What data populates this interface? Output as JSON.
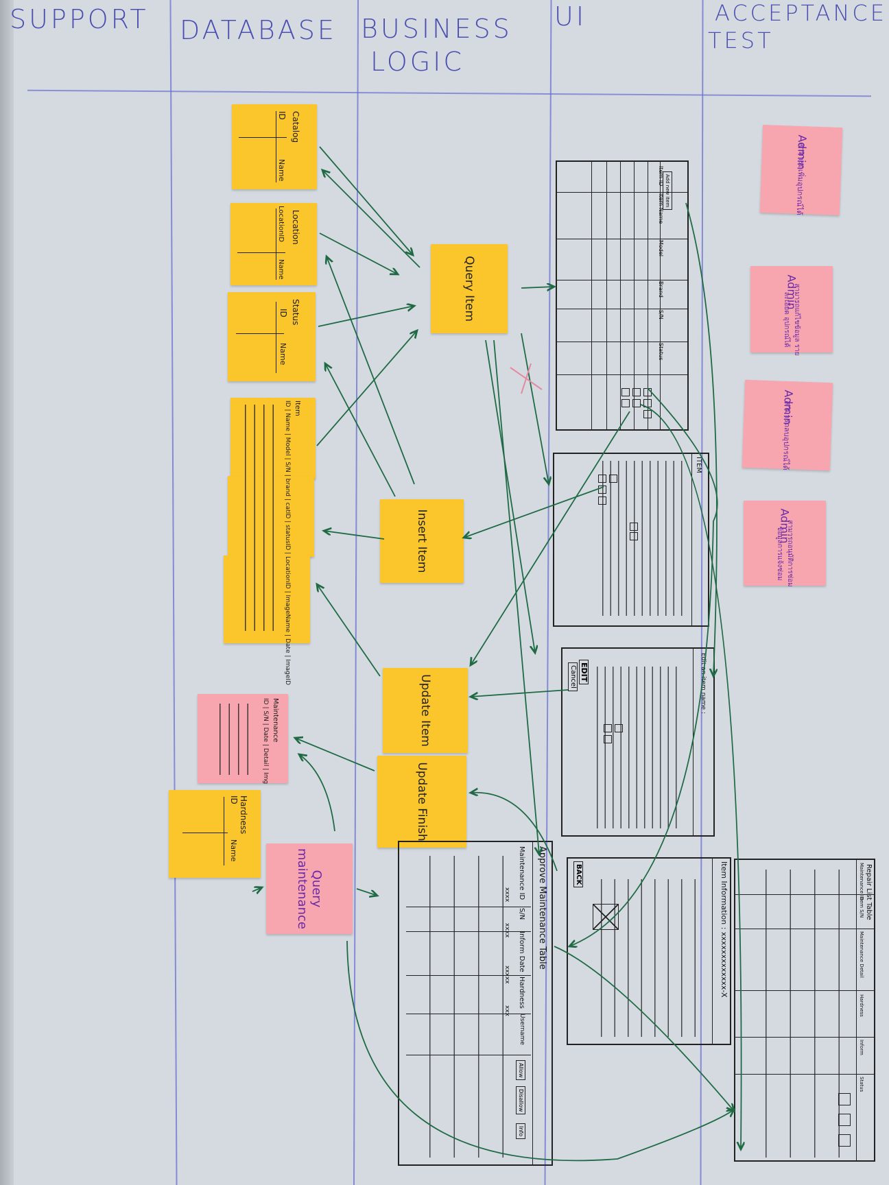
{
  "headers": {
    "support": "SUPPORT",
    "database": "DATABASE",
    "business": "BUSINESS",
    "business2": "LOGIC",
    "ui": "UI",
    "acceptance": "ACCEPTANCE",
    "acceptance2": "TEST"
  },
  "db_notes": {
    "catalog": {
      "title": "Catalog",
      "c1": "ID",
      "c2": "Name"
    },
    "location": {
      "title": "Location",
      "c1": "LocationID",
      "c2": "Name"
    },
    "status": {
      "title": "Status",
      "c1": "ID",
      "c2": "Name"
    },
    "item": {
      "title": "Item",
      "cols": "ID | Name | Model | S/N | brand | catID | statusID | LocationID | ImageName | Date | ImageID"
    },
    "maintenance": {
      "title": "Maintenance",
      "cols": "ID | S/N | Date | Detail | Img"
    },
    "hardness": {
      "title": "Hardness",
      "c1": "ID",
      "c2": "Name"
    }
  },
  "logic_notes": {
    "query_item": "Query Item",
    "insert_item": "Insert Item",
    "update_item": "Update Item",
    "update_finish": "Update Finish",
    "query_maintenance": "Query maintenance"
  },
  "ui_sketches": {
    "list": {
      "add_button": "Add new item",
      "columns": [
        "Item ID",
        "Item Name",
        "Model",
        "Brand",
        "S/N",
        "Status"
      ]
    },
    "item_form": {
      "title": "ITEM"
    },
    "edit": {
      "title": "Edit an item name :",
      "edit_button": "EDIT",
      "cancel_button": "Cancel"
    },
    "info": {
      "title": "Item Information : xxxxxxxxxxxxx-X",
      "back_button": "BACK"
    },
    "approve": {
      "title": "Approve Maintenance Table",
      "columns": [
        "Maintenance ID",
        "S/N",
        "Inform Date",
        "Hardness",
        "Username"
      ],
      "sample": [
        "xxxx",
        "xxxx",
        "xxxxx",
        "xxx"
      ],
      "buttons": [
        "Allow",
        "Disallow",
        "Info"
      ]
    },
    "repair": {
      "title": "Repair List Table",
      "columns": [
        "Maintenance ID",
        "Item S/N",
        "Maintenance Detail",
        "Hardness",
        "Inform",
        "Status"
      ]
    }
  },
  "acceptance_notes": [
    {
      "role": "Admin",
      "text": "สามารถเพิ่มอุปกรณ์ได้"
    },
    {
      "role": "Admin",
      "text": "สามารถแก้ไขข้อมูล รายละเอียด อุปกรณ์ได้"
    },
    {
      "role": "Admin",
      "text": "สามารถลบอุปกรณ์ได้"
    },
    {
      "role": "Admin",
      "text": "สามารถอนุมัติการซ่อม ข้อมูลการแจ้งซ่อม"
    }
  ],
  "colors": {
    "yellow_note": "#fbc52c",
    "pink_note": "#f7a6b0",
    "header_ink": "#4a4fb0",
    "arrow_ink": "#1f6a44",
    "paper": "#d4dae0"
  }
}
